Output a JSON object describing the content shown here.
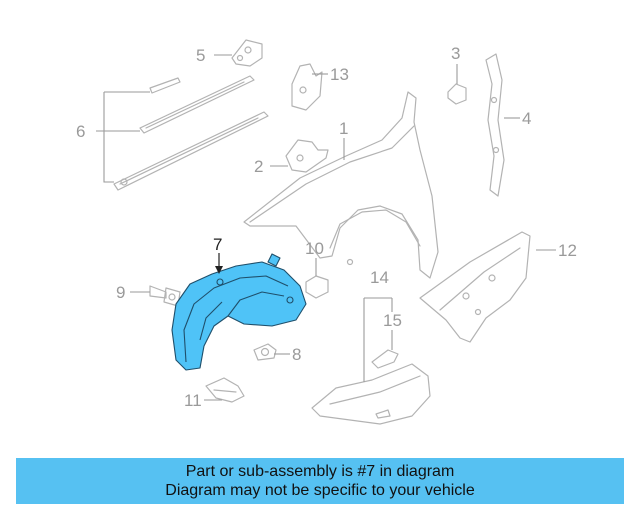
{
  "highlight_color": "#4fc3f7",
  "banner_color": "#56c1f2",
  "callouts": {
    "c1": "1",
    "c2": "2",
    "c3": "3",
    "c4": "4",
    "c5": "5",
    "c6": "6",
    "c7": "7",
    "c8": "8",
    "c9": "9",
    "c10": "10",
    "c11": "11",
    "c12": "12",
    "c13": "13",
    "c14": "14",
    "c15": "15"
  },
  "highlighted_part": "7",
  "banner": {
    "line1": "Part or sub-assembly is #7 in diagram",
    "line2": "Diagram may not be specific to your vehicle"
  }
}
